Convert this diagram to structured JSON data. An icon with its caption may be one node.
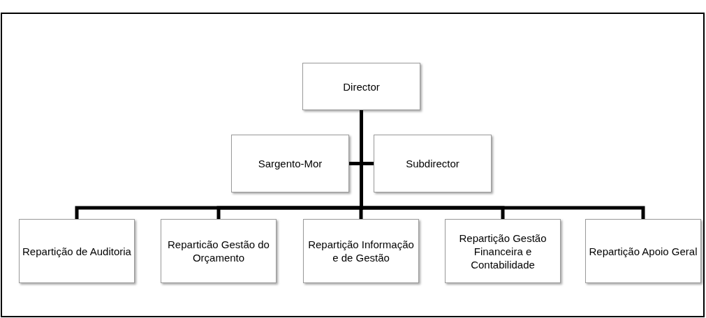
{
  "diagram": {
    "nodes": [
      {
        "text": [
          "Director"
        ]
      },
      {
        "text": [
          "Sargento-Mor"
        ]
      },
      {
        "text": [
          "Subdirector"
        ]
      },
      {
        "text": [
          "Repartição de Auditoria"
        ]
      },
      {
        "text": [
          "Reparticão Gestão do Orçamento"
        ]
      },
      {
        "text": [
          "Repartição Informação e de Gestão"
        ]
      },
      {
        "text": [
          "Repartição Gestão Financeira e Contabilidade"
        ]
      },
      {
        "text": [
          "Repartição Apoio Geral"
        ]
      }
    ],
    "edges": [
      {
        "from": 0,
        "to": 1,
        "arrow": "none"
      },
      {
        "from": 0,
        "to": 2,
        "arrow": "none"
      },
      {
        "from": 0,
        "to": 3,
        "arrow": "none"
      },
      {
        "from": 0,
        "to": 4,
        "arrow": "none"
      },
      {
        "from": 0,
        "to": 5,
        "arrow": "none"
      },
      {
        "from": 0,
        "to": 6,
        "arrow": "none"
      },
      {
        "from": 0,
        "to": 7,
        "arrow": "none"
      }
    ]
  }
}
